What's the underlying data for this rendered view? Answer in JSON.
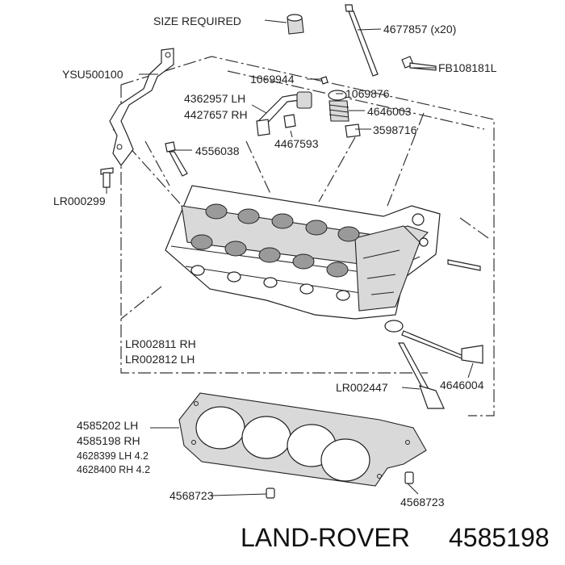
{
  "labels": {
    "size_required": "SIZE REQUIRED",
    "p4677857": "4677857 (x20)",
    "ysu500100": "YSU500100",
    "fb108181l": "FB108181L",
    "p1069944": "1069944",
    "p1069876": "1069876",
    "p4362957": "4362957 LH",
    "p4427657": "4427657 RH",
    "p4646003": "4646003",
    "p3598716": "3598716",
    "p4467593": "4467593",
    "p4556038": "4556038",
    "lr000299": "LR000299",
    "lr002811": "LR002811 RH",
    "lr002812": "LR002812 LH",
    "lr002447": "LR002447",
    "p4646004": "4646004",
    "p4585202": "4585202 LH",
    "p4585198": "4585198 RH",
    "p4628399": "4628399 LH 4.2",
    "p4628400": "4628400 RH 4.2",
    "p4568723_left": "4568723",
    "p4568723_right": "4568723"
  },
  "brand": {
    "make": "LAND-ROVER",
    "part_number": "4585198"
  }
}
